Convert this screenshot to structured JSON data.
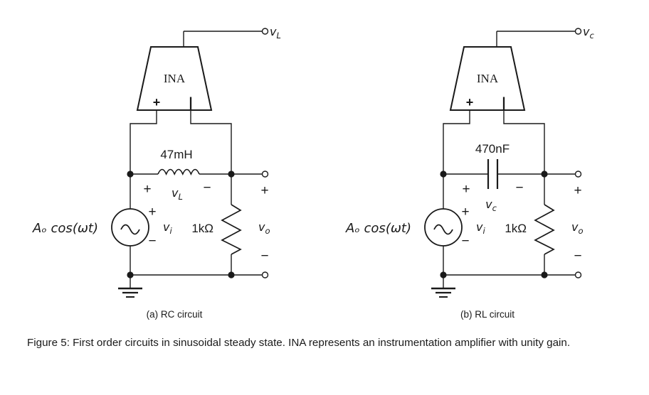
{
  "figure": {
    "caption": "Figure 5: First order circuits in sinusoidal steady state. INA represents an instrumentation amplifier with unity gain.",
    "background_color": "#ffffff",
    "line_color": "#1a1a1a"
  },
  "circuits": [
    {
      "id": "circuit-a",
      "subcaption": "(a) RC circuit",
      "amplifier": {
        "label": "INA",
        "plus_terminal": "+",
        "minus_terminal": "|"
      },
      "output_terminal": {
        "label_base": "v",
        "label_sub": "L"
      },
      "source": {
        "expression": "Aₒ cos(ωt)",
        "node_label_base": "v",
        "node_label_sub": "i",
        "plus": "+",
        "minus": "−",
        "symbol": "ac-sine-source"
      },
      "series_component": {
        "kind": "inductor",
        "value": "47mH",
        "voltage_base": "v",
        "voltage_sub": "L",
        "plus": "+",
        "minus": "−"
      },
      "load": {
        "kind": "resistor",
        "value": "1kΩ",
        "voltage_base": "v",
        "voltage_sub": "o",
        "plus": "+",
        "minus": "−"
      },
      "ground": "ground-symbol"
    },
    {
      "id": "circuit-b",
      "subcaption": "(b) RL circuit",
      "amplifier": {
        "label": "INA",
        "plus_terminal": "+",
        "minus_terminal": "|"
      },
      "output_terminal": {
        "label_base": "v",
        "label_sub": "c"
      },
      "source": {
        "expression": "Aₒ cos(ωt)",
        "node_label_base": "v",
        "node_label_sub": "i",
        "plus": "+",
        "minus": "−",
        "symbol": "ac-sine-source"
      },
      "series_component": {
        "kind": "capacitor",
        "value": "470nF",
        "voltage_base": "v",
        "voltage_sub": "c",
        "plus": "+",
        "minus": "−"
      },
      "load": {
        "kind": "resistor",
        "value": "1kΩ",
        "voltage_base": "v",
        "voltage_sub": "o",
        "plus": "+",
        "minus": "−"
      },
      "ground": "ground-symbol"
    }
  ]
}
